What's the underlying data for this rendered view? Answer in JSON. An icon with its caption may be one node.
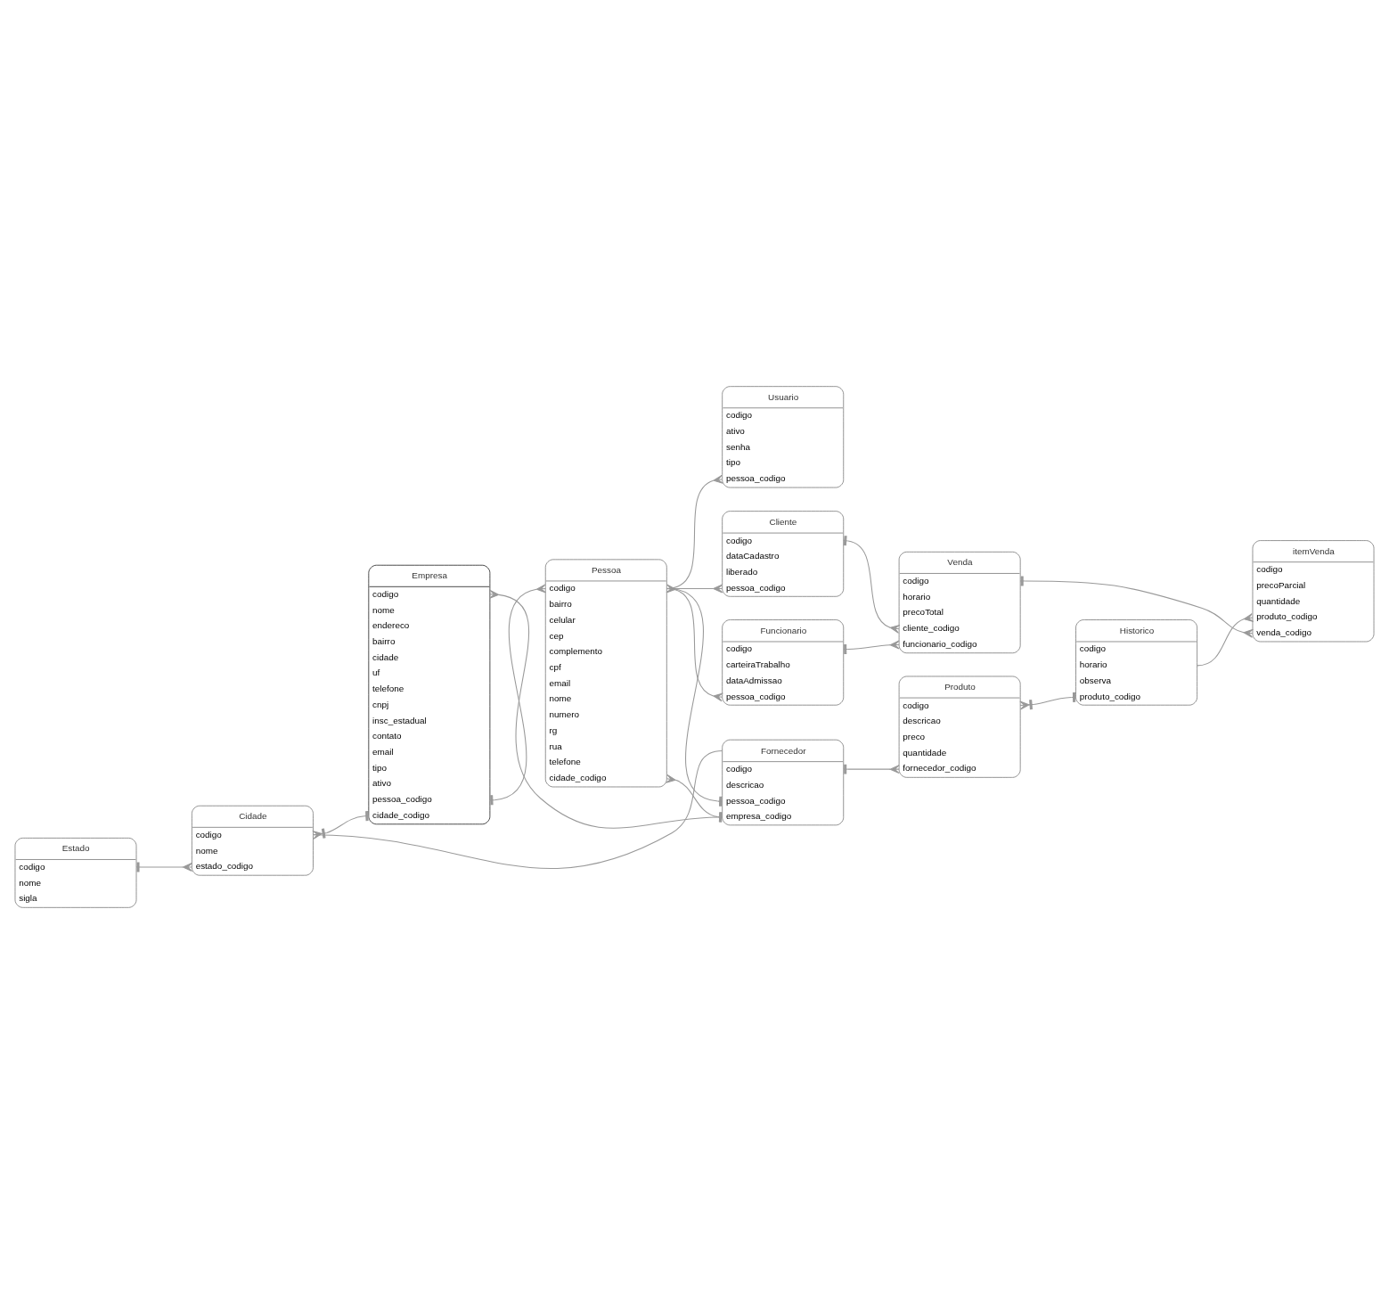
{
  "diagram": {
    "nodes": [
      {
        "text": [
          "Empresa",
          "codigo",
          "nome",
          "endereco",
          "bairro",
          "cidade",
          "uf",
          "telefone",
          "cnpj",
          "insc_estadual",
          "contato",
          "email",
          "tipo",
          "ativo",
          "pessoa_codigo",
          "cidade_codigo"
        ]
      },
      {
        "text": [
          "Usuario",
          "codigo",
          "ativo",
          "senha",
          "tipo",
          "pessoa_codigo"
        ]
      },
      {
        "text": [
          "Funcionario",
          "codigo",
          "carteiraTrabalho",
          "dataAdmissao",
          "pessoa_codigo"
        ]
      },
      {
        "text": [
          "Estado",
          "codigo",
          "nome",
          "sigla"
        ]
      },
      {
        "text": [
          "Cidade",
          "codigo",
          "nome",
          "estado_codigo"
        ]
      },
      {
        "text": [
          "Pessoa",
          "codigo",
          "bairro",
          "celular",
          "cep",
          "complemento",
          "cpf",
          "email",
          "nome",
          "numero",
          "rg",
          "rua",
          "telefone",
          "cidade_codigo"
        ]
      },
      {
        "text": [
          "Cliente",
          "codigo",
          "dataCadastro",
          "liberado",
          "pessoa_codigo"
        ]
      },
      {
        "text": [
          "Venda",
          "codigo",
          "horario",
          "precoTotal",
          "cliente_codigo",
          "funcionario_codigo"
        ]
      },
      {
        "text": [
          "Produto",
          "codigo",
          "descricao",
          "preco",
          "quantidade",
          "fornecedor_codigo"
        ]
      },
      {
        "text": [
          "Fornecedor",
          "codigo",
          "descricao",
          "pessoa_codigo",
          "empresa_codigo"
        ]
      },
      {
        "text": [
          "itemVenda",
          "codigo",
          "precoParcial",
          "quantidade",
          "produto_codigo",
          "venda_codigo"
        ]
      },
      {
        "text": [
          "Historico",
          "codigo",
          "horario",
          "observa",
          "produto_codigo"
        ]
      }
    ],
    "edges": [
      {
        "from": 3,
        "to": 4,
        "arrow": "other"
      },
      {
        "from": 4,
        "to": 0,
        "arrow": "other"
      },
      {
        "from": 4,
        "to": 9,
        "arrow": "none"
      },
      {
        "from": 0,
        "to": 9,
        "arrow": "other"
      },
      {
        "from": 5,
        "to": 9,
        "arrow": "other"
      },
      {
        "from": 9,
        "to": 5,
        "arrow": "other"
      },
      {
        "from": 0,
        "to": 5,
        "arrow": "other"
      },
      {
        "from": 5,
        "to": 1,
        "arrow": "other"
      },
      {
        "from": 5,
        "to": 2,
        "arrow": "other"
      },
      {
        "from": 5,
        "to": 6,
        "arrow": "other"
      },
      {
        "from": 2,
        "to": 7,
        "arrow": "other"
      },
      {
        "from": 6,
        "to": 7,
        "arrow": "other"
      },
      {
        "from": 7,
        "to": 10,
        "arrow": "other"
      },
      {
        "from": 9,
        "to": 8,
        "arrow": "other"
      },
      {
        "from": 8,
        "to": 11,
        "arrow": "other"
      },
      {
        "from": 11,
        "to": 10,
        "arrow": "other"
      }
    ]
  }
}
